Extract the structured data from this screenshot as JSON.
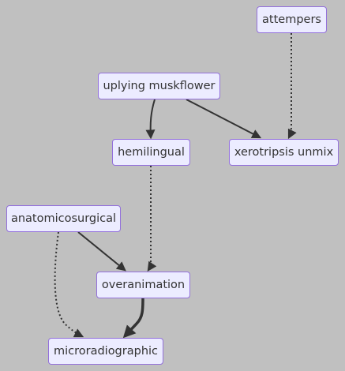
{
  "diagram": {
    "nodes": [
      {
        "id": "attempers",
        "label": "attempers"
      },
      {
        "id": "uplying",
        "label": "uplying muskflower"
      },
      {
        "id": "hemilingual",
        "label": "hemilingual"
      },
      {
        "id": "xerotripsis",
        "label": "xerotripsis unmix"
      },
      {
        "id": "anatomico",
        "label": "anatomicosurgical"
      },
      {
        "id": "overanimation",
        "label": "overanimation"
      },
      {
        "id": "micro",
        "label": "microradiographic"
      }
    ],
    "edges": [
      {
        "from": "uplying",
        "to": "hemilingual",
        "style": "solid"
      },
      {
        "from": "uplying",
        "to": "xerotripsis",
        "style": "solid"
      },
      {
        "from": "attempers",
        "to": "xerotripsis",
        "style": "dotted"
      },
      {
        "from": "hemilingual",
        "to": "overanimation",
        "style": "dotted"
      },
      {
        "from": "anatomico",
        "to": "overanimation",
        "style": "solid"
      },
      {
        "from": "anatomico",
        "to": "micro",
        "style": "dotted"
      },
      {
        "from": "overanimation",
        "to": "micro",
        "style": "thick"
      }
    ],
    "colors": {
      "background": "#c0c0c0",
      "node_fill": "#ececff",
      "node_border": "#9370db",
      "edge": "#333333"
    }
  }
}
